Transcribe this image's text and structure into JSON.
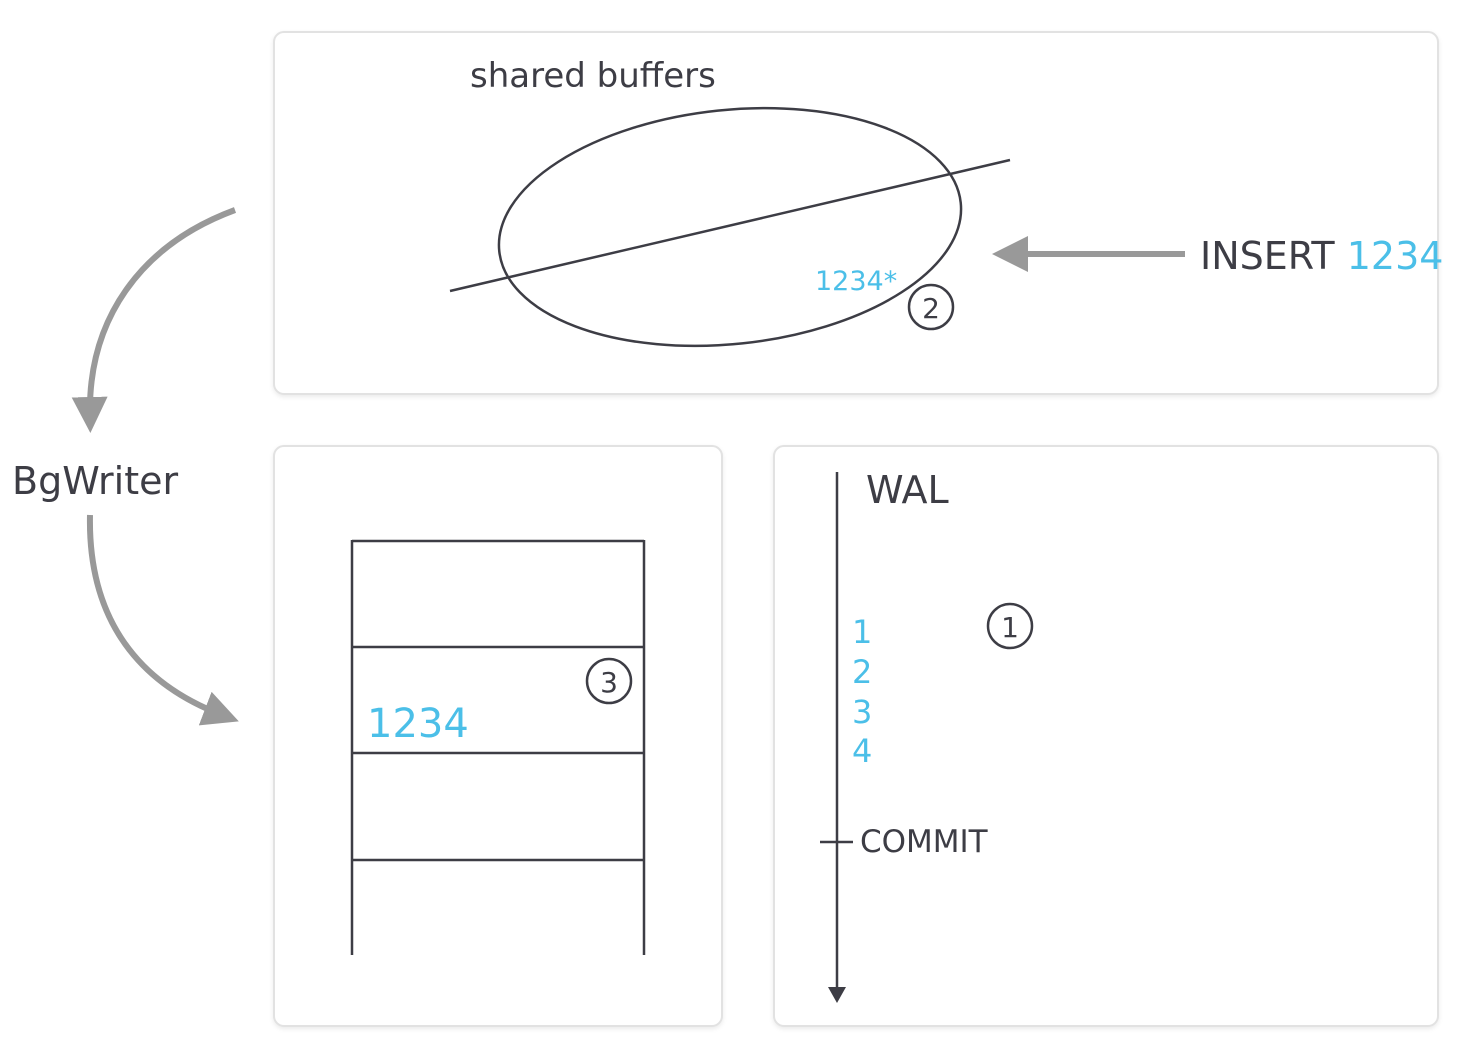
{
  "colors": {
    "text": "#3d3d45",
    "accent": "#4bbfe8",
    "arrow": "#999999"
  },
  "shared_buffers": {
    "title": "shared buffers",
    "tuple_label": "1234*",
    "step": "2"
  },
  "insert": {
    "keyword": "INSERT",
    "value": "1234"
  },
  "bgwriter": {
    "label": "BgWriter"
  },
  "datafile": {
    "tuple_label": "1234",
    "step": "3"
  },
  "wal": {
    "title": "WAL",
    "records": [
      "1",
      "2",
      "3",
      "4"
    ],
    "commit_label": "COMMIT",
    "step": "1"
  }
}
